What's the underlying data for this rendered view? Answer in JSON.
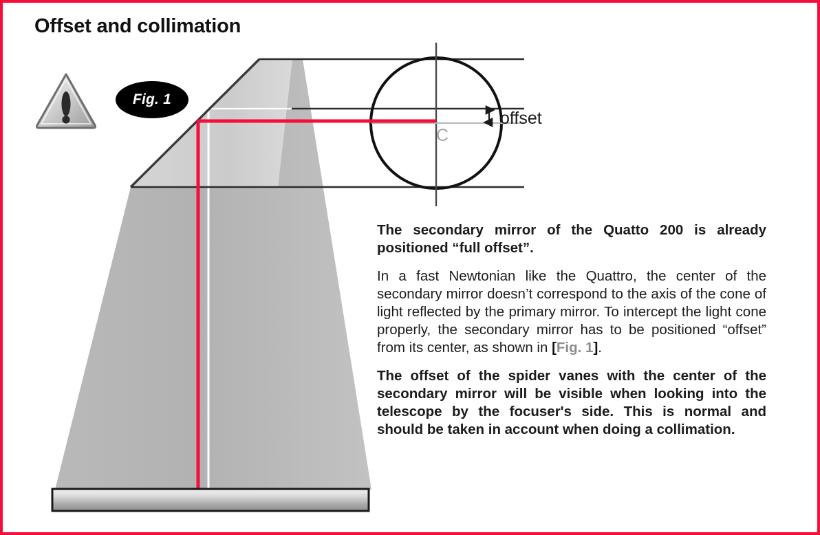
{
  "page": {
    "title": "Offset and collimation",
    "border_color": "#F50D3C",
    "background": "#ffffff"
  },
  "icons": {
    "warning": "warning-triangle-icon",
    "fig_badge_label": "Fig. 1"
  },
  "diagram": {
    "label_offset": "offset",
    "label_center": "C",
    "colors": {
      "light_cone_fill": "#b4b4b4",
      "light_cone_fill_upper": "#cfcfcf",
      "axis_line": "#333333",
      "guide_line": "#bdbdbd",
      "ray_path": "#F50D3C",
      "mirror_border": "#1a1a1a"
    },
    "elements": [
      "secondary-mirror-diagonal",
      "light-cone",
      "primary-mirror",
      "secondary-mirror-circle",
      "offset-dimension-arrow",
      "optical-axis",
      "reflected-ray-path"
    ]
  },
  "text": {
    "paragraph1": "The secondary mirror of the Quatto 200 is already positioned “full offset”.",
    "paragraph2_before_ref": "In a fast Newtonian like the Quattro, the center of the secondary mirror doesn’t correspond to the axis of the cone of light reflected by the primary mirror. To intercept the light cone properly, the secondary mirror has to be positioned “offset” from its center, as shown in ",
    "paragraph2_ref_open": "[",
    "paragraph2_ref_label": "Fig. 1",
    "paragraph2_ref_close": "]",
    "paragraph2_after_ref": ".",
    "paragraph3": "The offset of the spider vanes with the center of the secondary mirror will be visible when looking into the telescope by the focuser's side. This is normal and should be taken in account when doing a collimation."
  }
}
